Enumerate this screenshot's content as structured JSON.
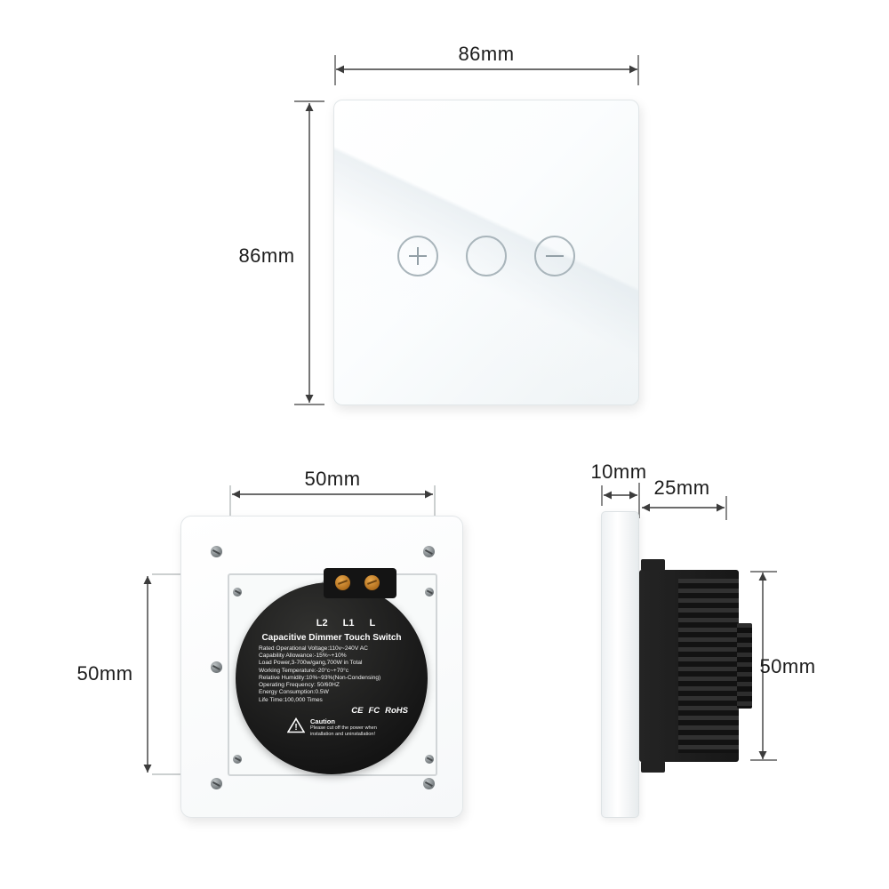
{
  "diagram": {
    "dimensions": {
      "front_width": "86mm",
      "front_height": "86mm",
      "back_width": "50mm",
      "back_height": "50mm",
      "glass_thickness": "10mm",
      "module_depth": "25mm",
      "module_height": "50mm"
    },
    "back_module": {
      "terminals": [
        "L2",
        "L1",
        "L"
      ],
      "title": "Capacitive Dimmer  Touch Switch",
      "specs": [
        "Rated Operational Voltage:110v~240V AC",
        "Capability Allowance:-15%~+10%",
        "Load Power,3-700w/gang,700W in Total",
        "Working Temperature:-20°c~+70°c",
        "Relative Humidity:10%~93%(Non-Condensing)",
        "Operating Frequency: 50/60HZ",
        "Energy Consumption:0.5W",
        "Life Time:100,000 Times"
      ],
      "caution_title": "Caution",
      "caution_text": "Please cut off the power when installation and uninstallation!",
      "warning_glyph": "!",
      "certifications": [
        "CE",
        "FC",
        "RoHS"
      ]
    },
    "colors": {
      "dimension_line": "#3c3c3c",
      "module_body": "#1a1a1a",
      "terminal_brass": "#c98830"
    }
  }
}
